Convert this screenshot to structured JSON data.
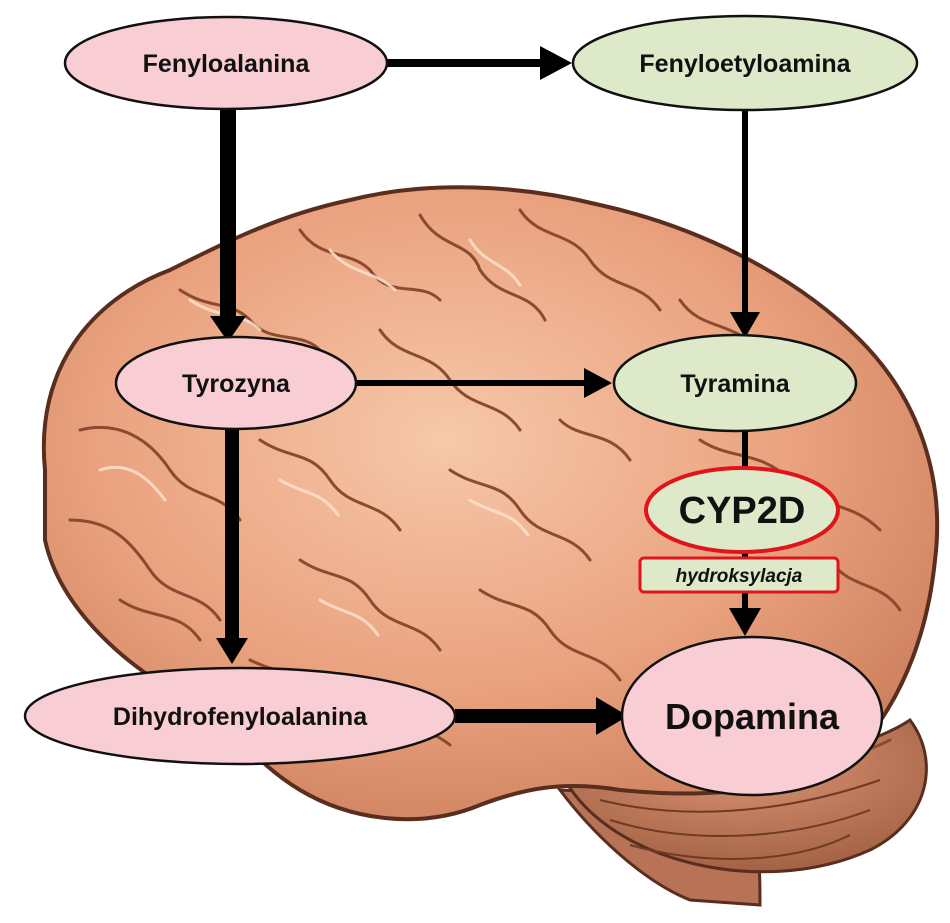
{
  "colors": {
    "precursor_fill": "#f8cdd3",
    "amine_fill": "#dde9c8",
    "dopamine_fill": "#f8cdd3",
    "enzyme_outline": "#e0141b",
    "arrow": "#000000",
    "brain_base": "#eaa27f",
    "brain_light": "#f4c0a0",
    "brain_dark": "#b86a48"
  },
  "nodes": {
    "fenyloalanina": "Fenyloalanina",
    "fenyloetyloamina": "Fenyloetyloamina",
    "tyrozyna": "Tyrozyna",
    "tyramina": "Tyramina",
    "dihydrofenyloalanina": "Dihydrofenyloalanina",
    "dopamina": "Dopamina"
  },
  "enzyme": {
    "name": "CYP2D",
    "reaction": "hydroksylacja"
  },
  "background": {
    "image": "brain-illustration"
  }
}
